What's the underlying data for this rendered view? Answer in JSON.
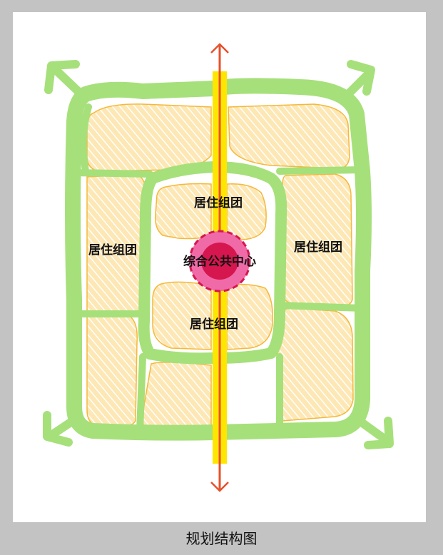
{
  "diagram": {
    "zone_label": "居住组团",
    "center_label": "综合公共中心",
    "caption": "规划结构图",
    "colors": {
      "background": "#c3c3c3",
      "paper": "#ffffff",
      "road": "#a6e07a",
      "axis_yellow": "#ffe600",
      "axis_red": "#e8502a",
      "zone_fill": "#fde7b4",
      "zone_edge": "#f5b83a",
      "center_outer": "#f06aa8",
      "center_inner": "#d6164f"
    },
    "icons": [
      "arrow-up-left",
      "arrow-up-right",
      "arrow-down-left",
      "arrow-down-right",
      "axis-arrow-up",
      "axis-arrow-down"
    ]
  }
}
